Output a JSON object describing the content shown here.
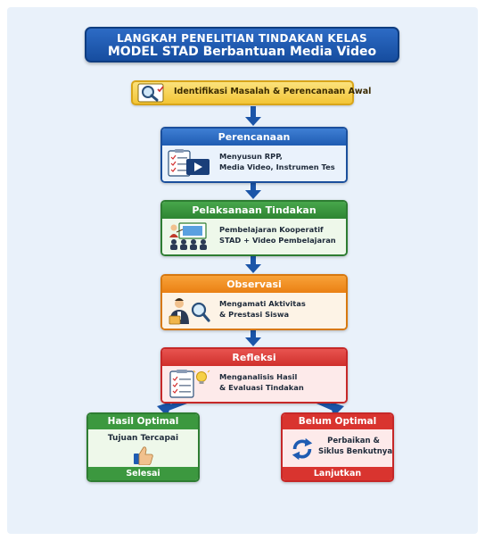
{
  "title": {
    "line1": "LANGKAH PENELITIAN TINDAKAN KELAS",
    "line2": "MODEL STAD Berbantuan Media Video"
  },
  "steps": [
    {
      "label": "Identifikasi Masalah & Perencanaan Awal",
      "icon": "magnifier-icon",
      "color": "#f3c536"
    },
    {
      "header": "Perencanaan",
      "line1": "Menyusun RPP,",
      "line2": "Media Video, Instrumen Tes",
      "icon": "lesson-plan-video-icon",
      "color": "#1f5cb2"
    },
    {
      "header": "Pelaksanaan Tindakan",
      "line1": "Pembelajaran Kooperatif",
      "line2": "STAD + Video Pembelajaran",
      "icon": "classroom-presentation-icon",
      "color": "#2e8532"
    },
    {
      "header": "Observasi",
      "line1": "Mengamati Aktivitas",
      "line2": "& Prestasi Siswa",
      "icon": "observer-magnifier-icon",
      "color": "#ea8014"
    },
    {
      "header": "Refleksi",
      "line1": "Menganalisis Hasil",
      "line2": "& Evaluasi Tindakan",
      "icon": "checklist-lightbulb-icon",
      "color": "#cf2f2b"
    }
  ],
  "outcomes": [
    {
      "header": "Hasil Optimal",
      "text": "Tujuan Tercapai",
      "footer": "Selesai",
      "icon": "thumbs-up-icon",
      "color": "#3c983f"
    },
    {
      "header": "Belum Optimal",
      "line1": "Perbaikan &",
      "line2": "Siklus Benkutnya",
      "footer": "Lanjutkan",
      "icon": "cycle-arrows-icon",
      "color": "#d9342f"
    }
  ]
}
